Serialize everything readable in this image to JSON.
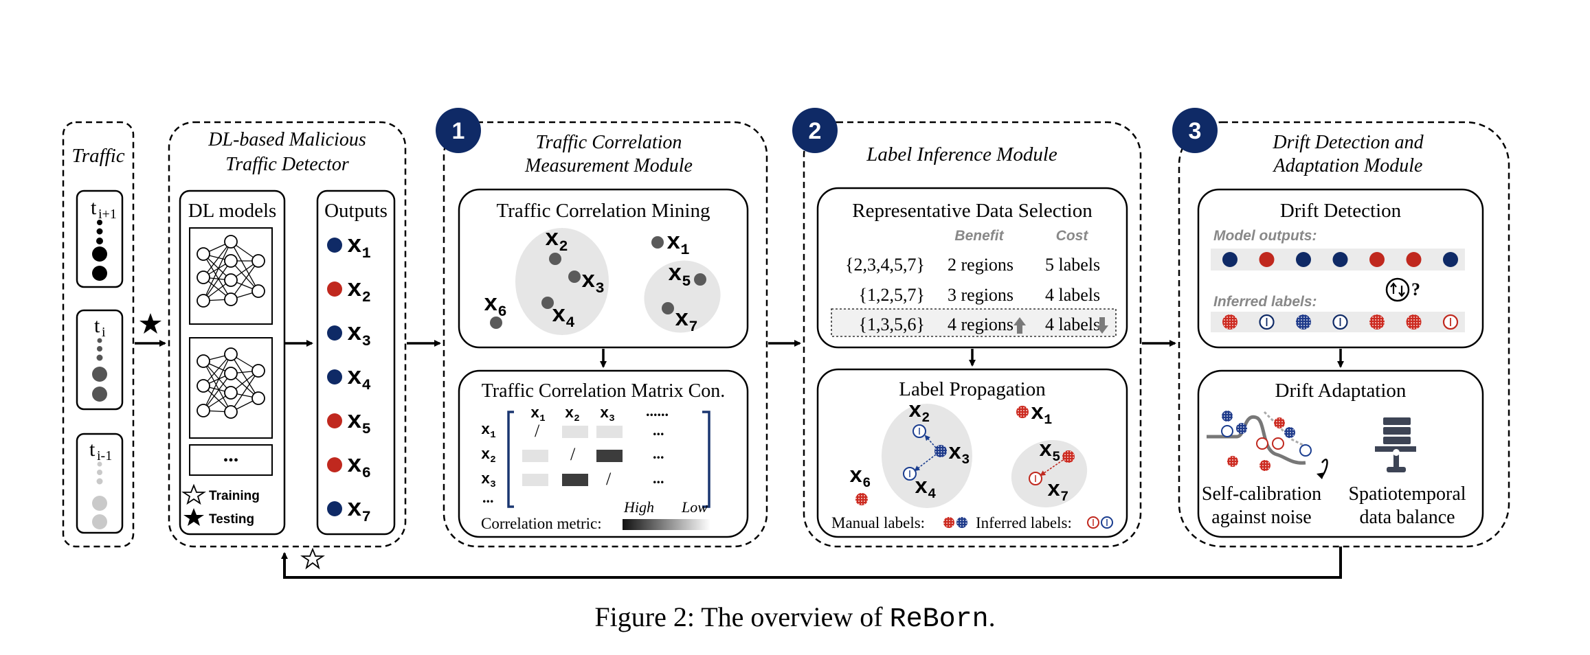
{
  "traffic": {
    "title": "Traffic",
    "t_next": "t",
    "t_next_sub": "i+1",
    "t_cur": "t",
    "t_cur_sub": "i",
    "t_prev": "t",
    "t_prev_sub": "i-1"
  },
  "detector": {
    "title_line1": "DL-based Malicious",
    "title_line2": "Traffic Detector",
    "models_label": "DL models",
    "more": "...",
    "outputs_label": "Outputs",
    "legend_training": "Training",
    "legend_testing": "Testing",
    "outputs": [
      {
        "label": "x",
        "sub": "1",
        "color": "#0f2a66"
      },
      {
        "label": "x",
        "sub": "2",
        "color": "#c0281e"
      },
      {
        "label": "x",
        "sub": "3",
        "color": "#0f2a66"
      },
      {
        "label": "x",
        "sub": "4",
        "color": "#0f2a66"
      },
      {
        "label": "x",
        "sub": "5",
        "color": "#c0281e"
      },
      {
        "label": "x",
        "sub": "6",
        "color": "#c0281e"
      },
      {
        "label": "x",
        "sub": "7",
        "color": "#0f2a66"
      }
    ]
  },
  "module1": {
    "number": "1",
    "title_line1": "Traffic Correlation",
    "title_line2": "Measurement Module",
    "mining_title": "Traffic Correlation Mining",
    "matrix_title": "Traffic Correlation Matrix Con.",
    "metric_label": "Correlation metric:",
    "high": "High",
    "low": "Low",
    "slash": "/",
    "ellipsis_h": "......",
    "dots": "...",
    "more_rows": "..."
  },
  "module2": {
    "number": "2",
    "title": "Label Inference Module",
    "selection_title": "Representative Data Selection",
    "benefit_header": "Benefit",
    "cost_header": "Cost",
    "rows": [
      {
        "set": "{2,3,4,5,7}",
        "benefit": "2 regions",
        "cost": "5 labels"
      },
      {
        "set": "{1,2,5,7}",
        "benefit": "3 regions",
        "cost": "4 labels"
      },
      {
        "set": "{1,3,5,6}",
        "benefit": "4 regions",
        "cost": "4 labels"
      }
    ],
    "propagation_title": "Label Propagation",
    "manual_labels": "Manual labels:",
    "inferred_labels": "Inferred labels:"
  },
  "module3": {
    "number": "3",
    "title_line1": "Drift Detection and",
    "title_line2": "Adaptation Module",
    "detection_title": "Drift Detection",
    "model_outputs": "Model outputs:",
    "inferred_labels": "Inferred labels:",
    "question": "?",
    "adaptation_title": "Drift Adaptation",
    "self_cal_line1": "Self-calibration",
    "self_cal_line2": "against noise",
    "spatio_line1": "Spatiotemporal",
    "spatio_line2": "data balance",
    "model_output_colors": [
      "#0f2a66",
      "#c0281e",
      "#0f2a66",
      "#0f2a66",
      "#c0281e",
      "#c0281e",
      "#0f2a66"
    ],
    "inferred_label_colors": [
      "#c0281e",
      "#0f2a66",
      "#0f2a66",
      "#0f2a66",
      "#c0281e",
      "#c0281e",
      "#c0281e"
    ]
  },
  "caption": {
    "prefix": "Figure 2: The overview of ",
    "name": "ReBorn",
    "suffix": "."
  },
  "colors": {
    "blue": "#0f2a66",
    "red": "#c0281e",
    "gray_region": "#e8e8e8",
    "badge": "#0f2a66"
  }
}
